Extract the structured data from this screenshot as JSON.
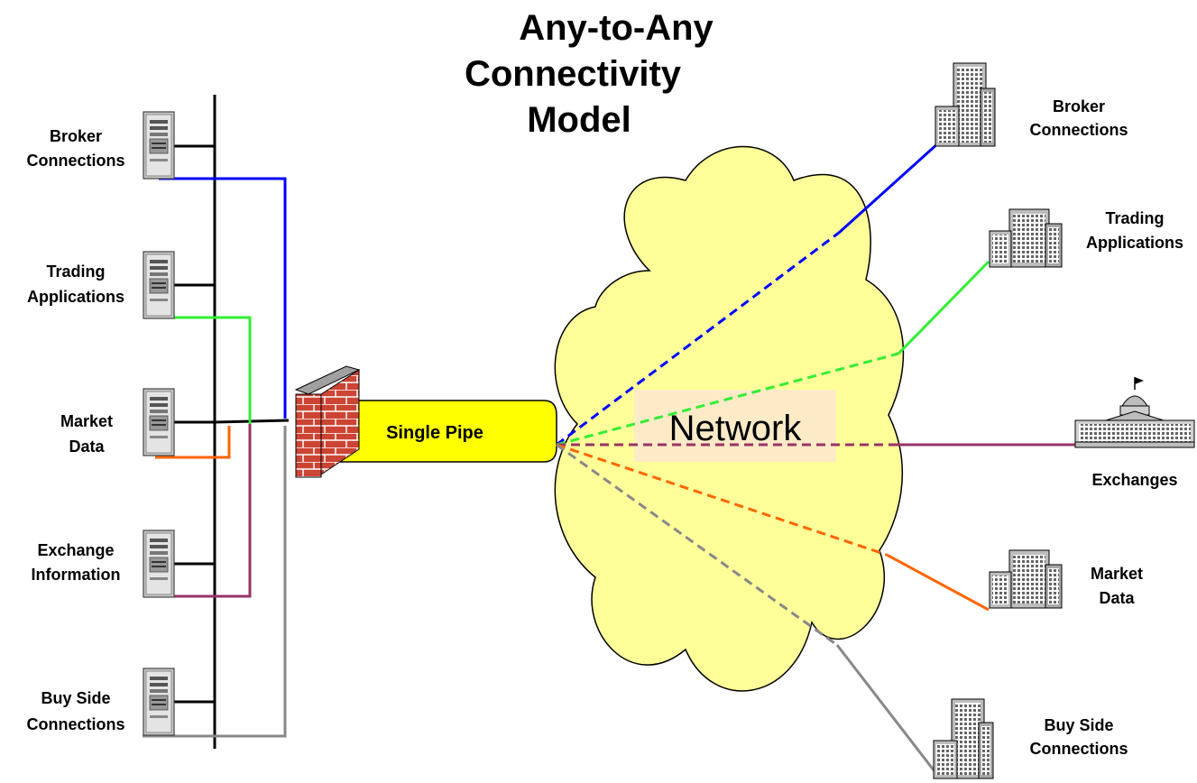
{
  "title": {
    "lines": [
      "Any-to-Any",
      "Connectivity",
      "Model"
    ]
  },
  "pipe": {
    "label": "Single Pipe"
  },
  "cloud": {
    "label": "Network",
    "fill": "#ffff99",
    "label_bg": "#fdebc8"
  },
  "colors": {
    "blue": "#0000ff",
    "green": "#33ee33",
    "orange": "#ff6600",
    "maroon": "#993366",
    "gray": "#888888",
    "backbone": "#000000",
    "pipe": "#ffff00"
  },
  "left_nodes": [
    {
      "id": "broker",
      "lines": [
        "Broker",
        "Connections"
      ],
      "icon": "server-icon"
    },
    {
      "id": "trading",
      "lines": [
        "Trading",
        "Applications"
      ],
      "icon": "server-icon"
    },
    {
      "id": "market",
      "lines": [
        "Market",
        "Data"
      ],
      "icon": "server-icon"
    },
    {
      "id": "exchange",
      "lines": [
        "Exchange",
        "Information"
      ],
      "icon": "server-icon"
    },
    {
      "id": "buyside",
      "lines": [
        "Buy Side",
        "Connections"
      ],
      "icon": "server-icon"
    }
  ],
  "right_nodes": [
    {
      "id": "broker",
      "lines": [
        "Broker",
        "Connections"
      ],
      "icon": "tall-office-building-icon"
    },
    {
      "id": "trading",
      "lines": [
        "Trading",
        "Applications"
      ],
      "icon": "office-building-icon"
    },
    {
      "id": "exchanges",
      "lines": [
        "Exchanges"
      ],
      "icon": "capitol-building-icon"
    },
    {
      "id": "market",
      "lines": [
        "Market",
        "Data"
      ],
      "icon": "office-building-icon"
    },
    {
      "id": "buyside",
      "lines": [
        "Buy Side",
        "Connections"
      ],
      "icon": "tall-office-building-icon"
    }
  ],
  "firewall": {
    "icon": "brick-firewall-icon"
  }
}
